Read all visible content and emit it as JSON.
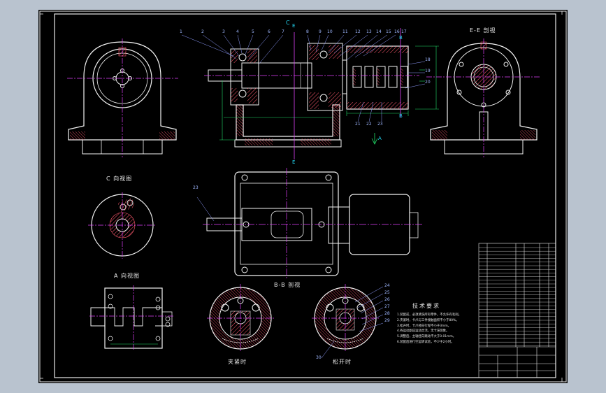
{
  "view_titles": {
    "ee": "E-E 剖视",
    "c_view": "C 向视图",
    "a_view": "A 向视图",
    "bb": "B-B 剖视",
    "assembled": "夹紧时",
    "released": "松开时"
  },
  "section_marks": {
    "c_top": "C",
    "e_top": "E",
    "e_bottom": "E",
    "b_top": "B",
    "b_bottom": "B",
    "a_arrow": "A"
  },
  "balloons_top": [
    "1",
    "2",
    "3",
    "4",
    "5",
    "6",
    "7",
    "8",
    "9",
    "10",
    "11",
    "12",
    "13",
    "14",
    "15",
    "16",
    "17"
  ],
  "balloons_right": [
    "18",
    "19",
    "20"
  ],
  "balloons_bottom": [
    "21",
    "22",
    "23"
  ],
  "balloon_plan": "23",
  "balloons_released": [
    "24",
    "25",
    "26",
    "27",
    "28",
    "29"
  ],
  "balloon_released_bottom": "30",
  "technical_notes": {
    "title": "技术要求",
    "lines": [
      "1.装配前，必须清洗所有零件，不允许有毛刺。",
      "2.夹紧时，卡爪与工件接触面积不小于80%。",
      "3.松开时，卡爪径向行程不小于3mm。",
      "4.各运动副应运动灵活，无卡滞现象。",
      "5.调整后，主轴径向跳动不大于0.01mm。",
      "6.装配后进行空运转试验，不少于2小时。"
    ]
  },
  "colors": {
    "background": "#000000",
    "frame": "#e8e8e8",
    "centerline": "#e040fb",
    "dimension": "#22e06a",
    "hatch": "#ff5a6e",
    "outline": "#f2f2f2",
    "leader": "#8f9cff"
  }
}
